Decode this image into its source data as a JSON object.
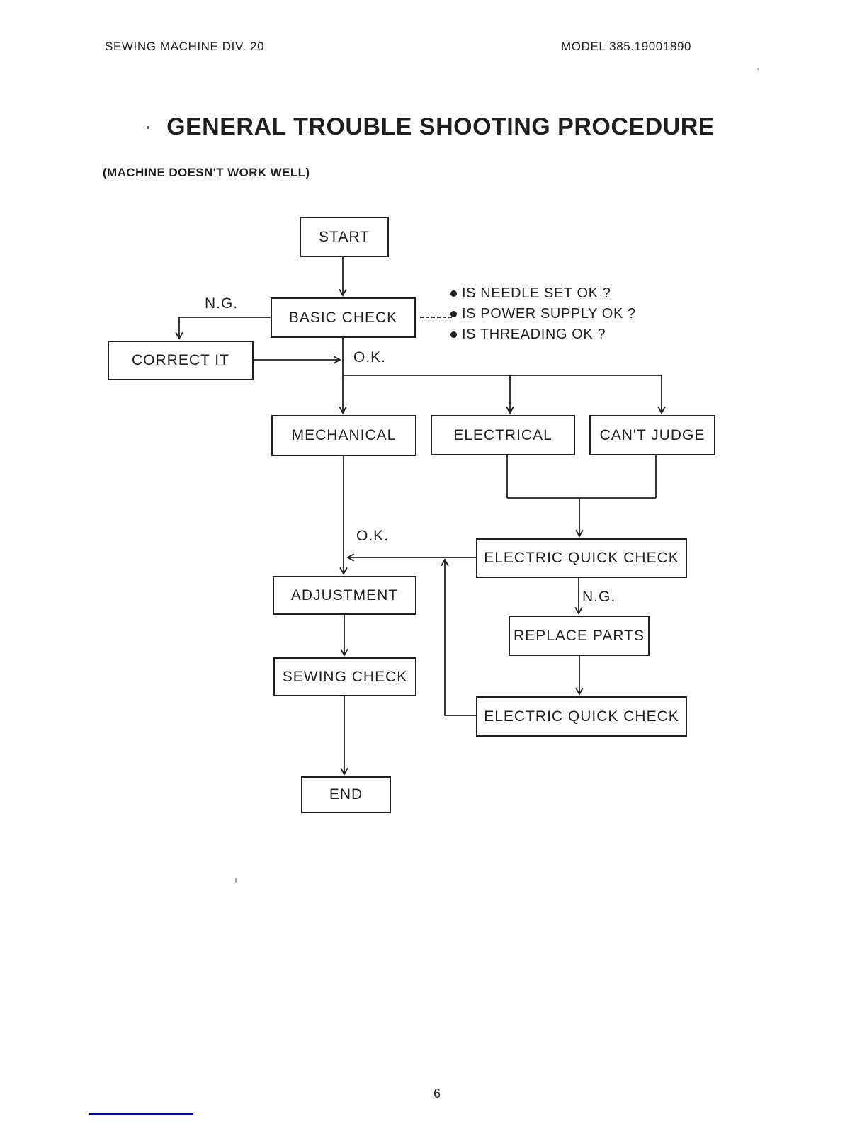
{
  "header": {
    "left": "SEWING MACHINE DIV. 20",
    "right": "MODEL 385.19001890"
  },
  "title": "GENERAL TROUBLE SHOOTING PROCEDURE",
  "subtitle": "(MACHINE DOESN'T WORK WELL)",
  "flowchart": {
    "nodes": {
      "start": "START",
      "basic_check": "BASIC CHECK",
      "correct_it": "CORRECT IT",
      "mechanical": "MECHANICAL",
      "electrical": "ELECTRICAL",
      "cant_judge": "CAN'T JUDGE",
      "electric_quick_check_1": "ELECTRIC QUICK CHECK",
      "adjustment": "ADJUSTMENT",
      "replace_parts": "REPLACE PARTS",
      "sewing_check": "SEWING CHECK",
      "electric_quick_check_2": "ELECTRIC QUICK CHECK",
      "end": "END"
    },
    "edge_labels": {
      "ng_basic_check": "N.G.",
      "ok_basic_check": "O.K.",
      "ok_quick_check": "O.K.",
      "ng_quick_check": "N.G."
    },
    "checklist": [
      "IS NEEDLE SET OK ?",
      "IS POWER SUPPLY OK ?",
      "IS THREADING OK ?"
    ]
  },
  "footer": {
    "page_number": "6"
  },
  "colors": {
    "ink": "#1f1f1f",
    "accent_line": "#0000c8"
  }
}
